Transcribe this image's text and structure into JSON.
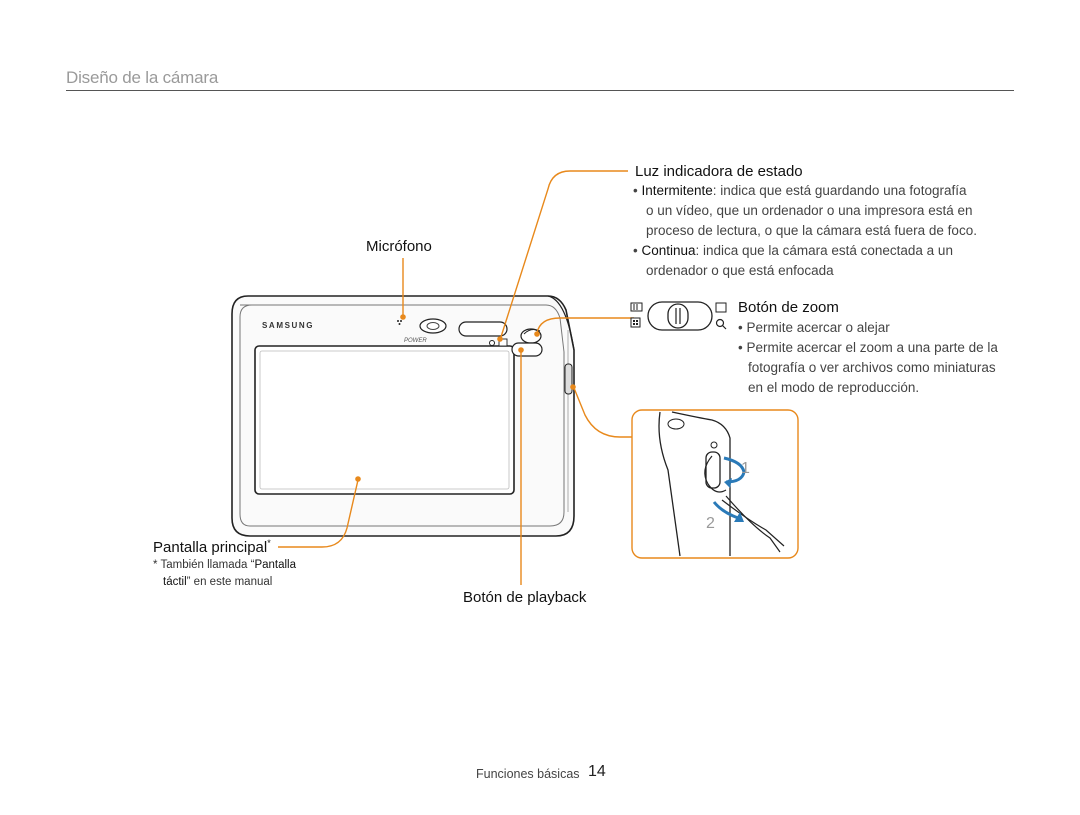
{
  "header": {
    "section_title": "Diseño de la cámara"
  },
  "camera": {
    "brand": "SAMSUNG",
    "power_label": "POWER"
  },
  "callouts": {
    "microphone": {
      "label": "Micrófono"
    },
    "status_light": {
      "label": "Luz indicadora de estado",
      "bullet1_term": "Intermitente",
      "bullet1_line1": ": indica que está guardando una fotografía",
      "bullet1_line2": "o un vídeo, que un ordenador o una impresora está en",
      "bullet1_line3": "proceso de lectura, o que la cámara está fuera de foco.",
      "bullet2_term": "Continua",
      "bullet2_line1": ": indica que la cámara está conectada a un",
      "bullet2_line2": "ordenador o que está enfocada"
    },
    "zoom": {
      "label": "Botón de zoom",
      "bullet1": "Permite acercar o alejar",
      "bullet2_line1": "Permite acercar el zoom a una parte de la",
      "bullet2_line2": "fotografía o ver archivos como miniaturas",
      "bullet2_line3": "en el modo de reproducción."
    },
    "main_screen": {
      "label": "Pantalla principal",
      "asterisk": "*",
      "note_pre": "* También llamada “",
      "note_term1": "Pantalla",
      "note_term2": "táctil",
      "note_post": "” en este manual"
    },
    "playback": {
      "label": "Botón de playback"
    }
  },
  "strap_steps": {
    "step1": "1",
    "step2": "2"
  },
  "footer": {
    "label": "Funciones básicas",
    "page_number": "14"
  },
  "colors": {
    "accent": "#e8891c",
    "arrow_blue": "#2a7ab8",
    "title_gray": "#9a9a9a"
  }
}
